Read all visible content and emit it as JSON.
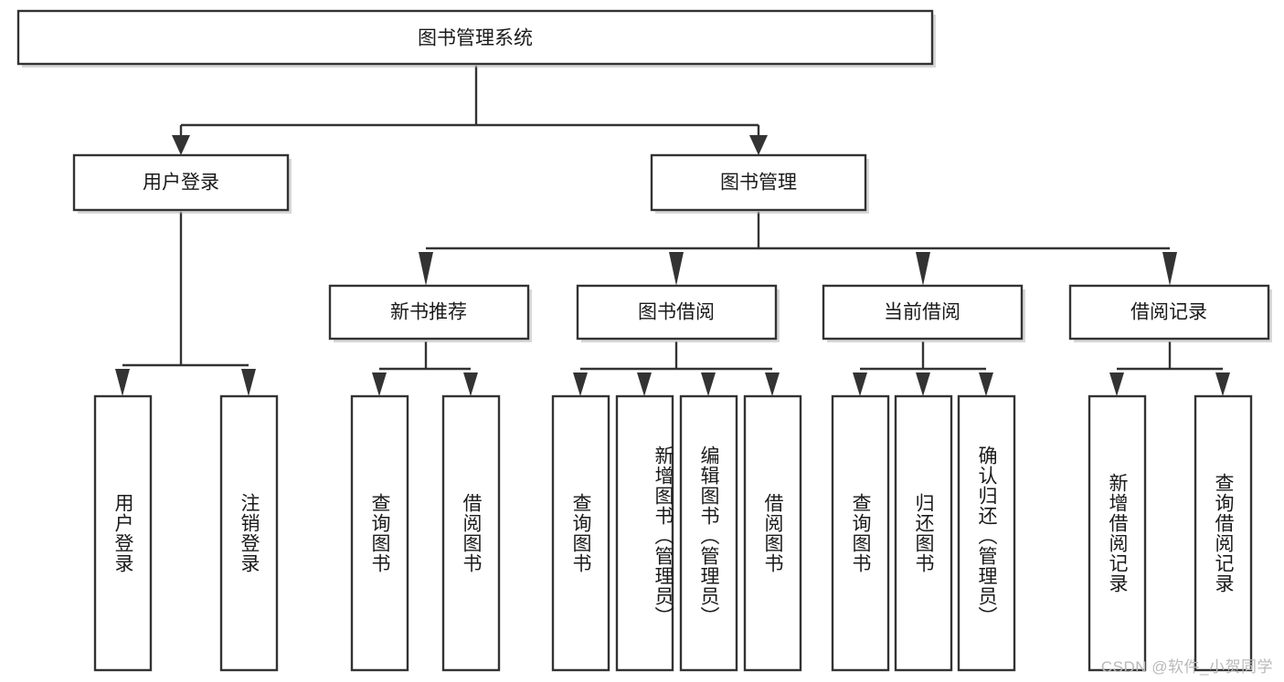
{
  "diagram": {
    "type": "tree-hierarchy",
    "title": "图书管理系统",
    "orientation": "top-down",
    "watermark": "CSDN @软件_小贺同学",
    "colors": {
      "box_stroke": "#333333",
      "box_fill": "#ffffff",
      "edge": "#333333",
      "text": "#1a1a1a",
      "watermark": "#b9b9b9",
      "background": "#ffffff"
    },
    "nodes": {
      "root": {
        "label": "图书管理系统",
        "level": 1,
        "orientation": "horizontal"
      },
      "l2": [
        {
          "id": "user-login",
          "label": "用户登录",
          "level": 2,
          "orientation": "horizontal"
        },
        {
          "id": "book-manage",
          "label": "图书管理",
          "level": 2,
          "orientation": "horizontal"
        }
      ],
      "l3": [
        {
          "id": "new-book-rec",
          "label": "新书推荐",
          "level": 3,
          "orientation": "horizontal"
        },
        {
          "id": "book-borrow",
          "label": "图书借阅",
          "level": 3,
          "orientation": "horizontal"
        },
        {
          "id": "current-borrow",
          "label": "当前借阅",
          "level": 3,
          "orientation": "horizontal"
        },
        {
          "id": "borrow-record",
          "label": "借阅记录",
          "level": 3,
          "orientation": "horizontal"
        }
      ],
      "leaves": [
        {
          "id": "leaf-user-login",
          "label": "用户登录",
          "parent": "user-login",
          "orientation": "vertical"
        },
        {
          "id": "leaf-user-logout",
          "label": "注销登录",
          "parent": "user-login",
          "orientation": "vertical"
        },
        {
          "id": "leaf-query-book-1",
          "label": "查询图书",
          "parent": "new-book-rec",
          "orientation": "vertical"
        },
        {
          "id": "leaf-borrow-book-1",
          "label": "借阅图书",
          "parent": "new-book-rec",
          "orientation": "vertical"
        },
        {
          "id": "leaf-query-book-2",
          "label": "查询图书",
          "parent": "book-borrow",
          "orientation": "vertical"
        },
        {
          "id": "leaf-add-book",
          "label": "新增图书（管理员）",
          "parent": "book-borrow",
          "orientation": "vertical"
        },
        {
          "id": "leaf-edit-book",
          "label": "编辑图书（管理员）",
          "parent": "book-borrow",
          "orientation": "vertical"
        },
        {
          "id": "leaf-borrow-book-2",
          "label": "借阅图书",
          "parent": "book-borrow",
          "orientation": "vertical"
        },
        {
          "id": "leaf-query-book-3",
          "label": "查询图书",
          "parent": "current-borrow",
          "orientation": "vertical"
        },
        {
          "id": "leaf-return-book",
          "label": "归还图书",
          "parent": "current-borrow",
          "orientation": "vertical"
        },
        {
          "id": "leaf-confirm-return",
          "label": "确认归还（管理员）",
          "parent": "current-borrow",
          "orientation": "vertical"
        },
        {
          "id": "leaf-add-record",
          "label": "新增借阅记录",
          "parent": "borrow-record",
          "orientation": "vertical"
        },
        {
          "id": "leaf-query-record",
          "label": "查询借阅记录",
          "parent": "borrow-record",
          "orientation": "vertical"
        }
      ]
    }
  }
}
